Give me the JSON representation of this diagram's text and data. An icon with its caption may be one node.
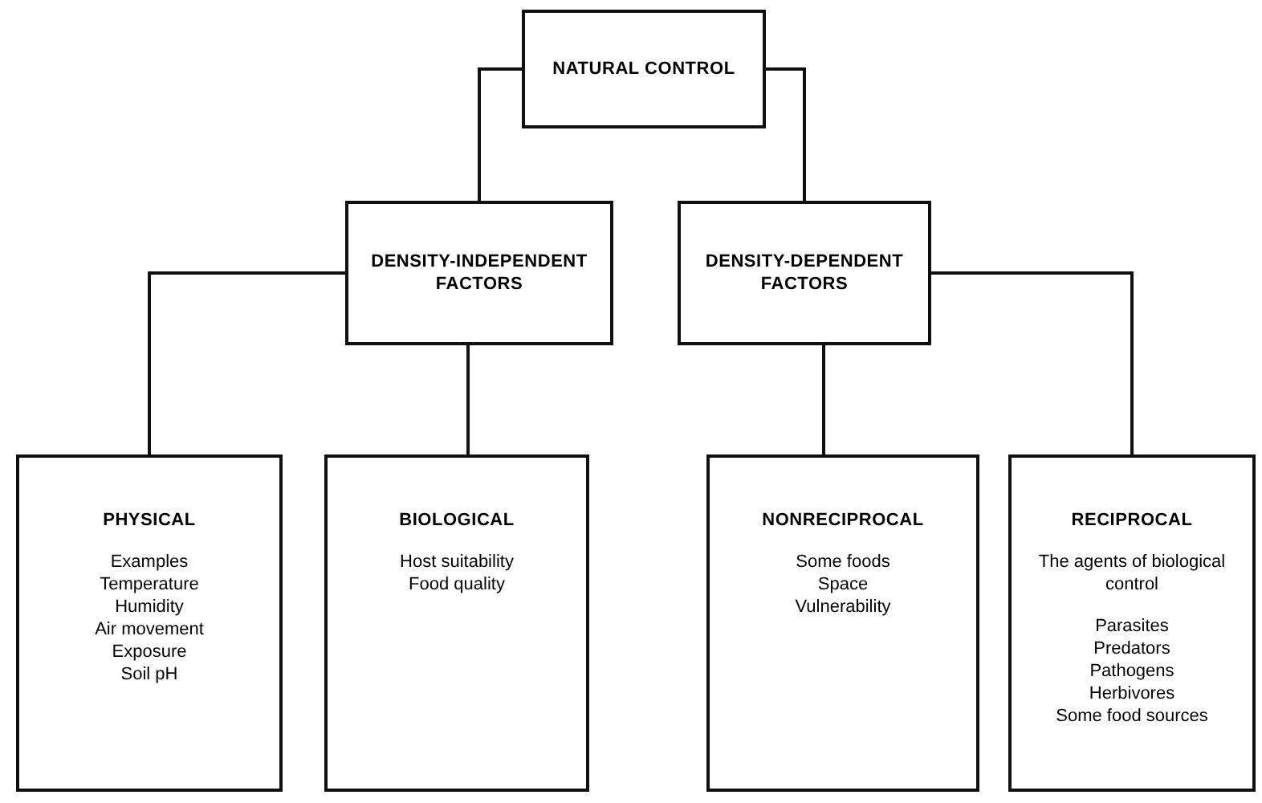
{
  "diagram": {
    "nodes": [
      {
        "text": [
          "NATURAL CONTROL"
        ]
      },
      {
        "text": [
          "DENSITY-INDEPENDENT FACTORS"
        ]
      },
      {
        "text": [
          "DENSITY-DEPENDENT FACTORS"
        ]
      },
      {
        "text": [
          "PHYSICAL",
          "Examples",
          "Temperature",
          "Humidity",
          "Air movement",
          "Exposure",
          "Soil pH"
        ]
      },
      {
        "text": [
          "BIOLOGICAL",
          "Host suitability",
          "Food quality"
        ]
      },
      {
        "text": [
          "NONRECIPROCAL",
          "Some foods",
          "Space",
          "Vulnerability"
        ]
      },
      {
        "text": [
          "RECIPROCAL",
          "The agents of biological control",
          "Parasites",
          "Predators",
          "Pathogens",
          "Herbivores",
          "Some food sources"
        ]
      }
    ],
    "edges": [
      {
        "from": 0,
        "to": 1,
        "arrow": "none"
      },
      {
        "from": 0,
        "to": 2,
        "arrow": "none"
      },
      {
        "from": 1,
        "to": 3,
        "arrow": "none"
      },
      {
        "from": 1,
        "to": 4,
        "arrow": "none"
      },
      {
        "from": 2,
        "to": 5,
        "arrow": "none"
      },
      {
        "from": 2,
        "to": 6,
        "arrow": "none"
      }
    ]
  }
}
